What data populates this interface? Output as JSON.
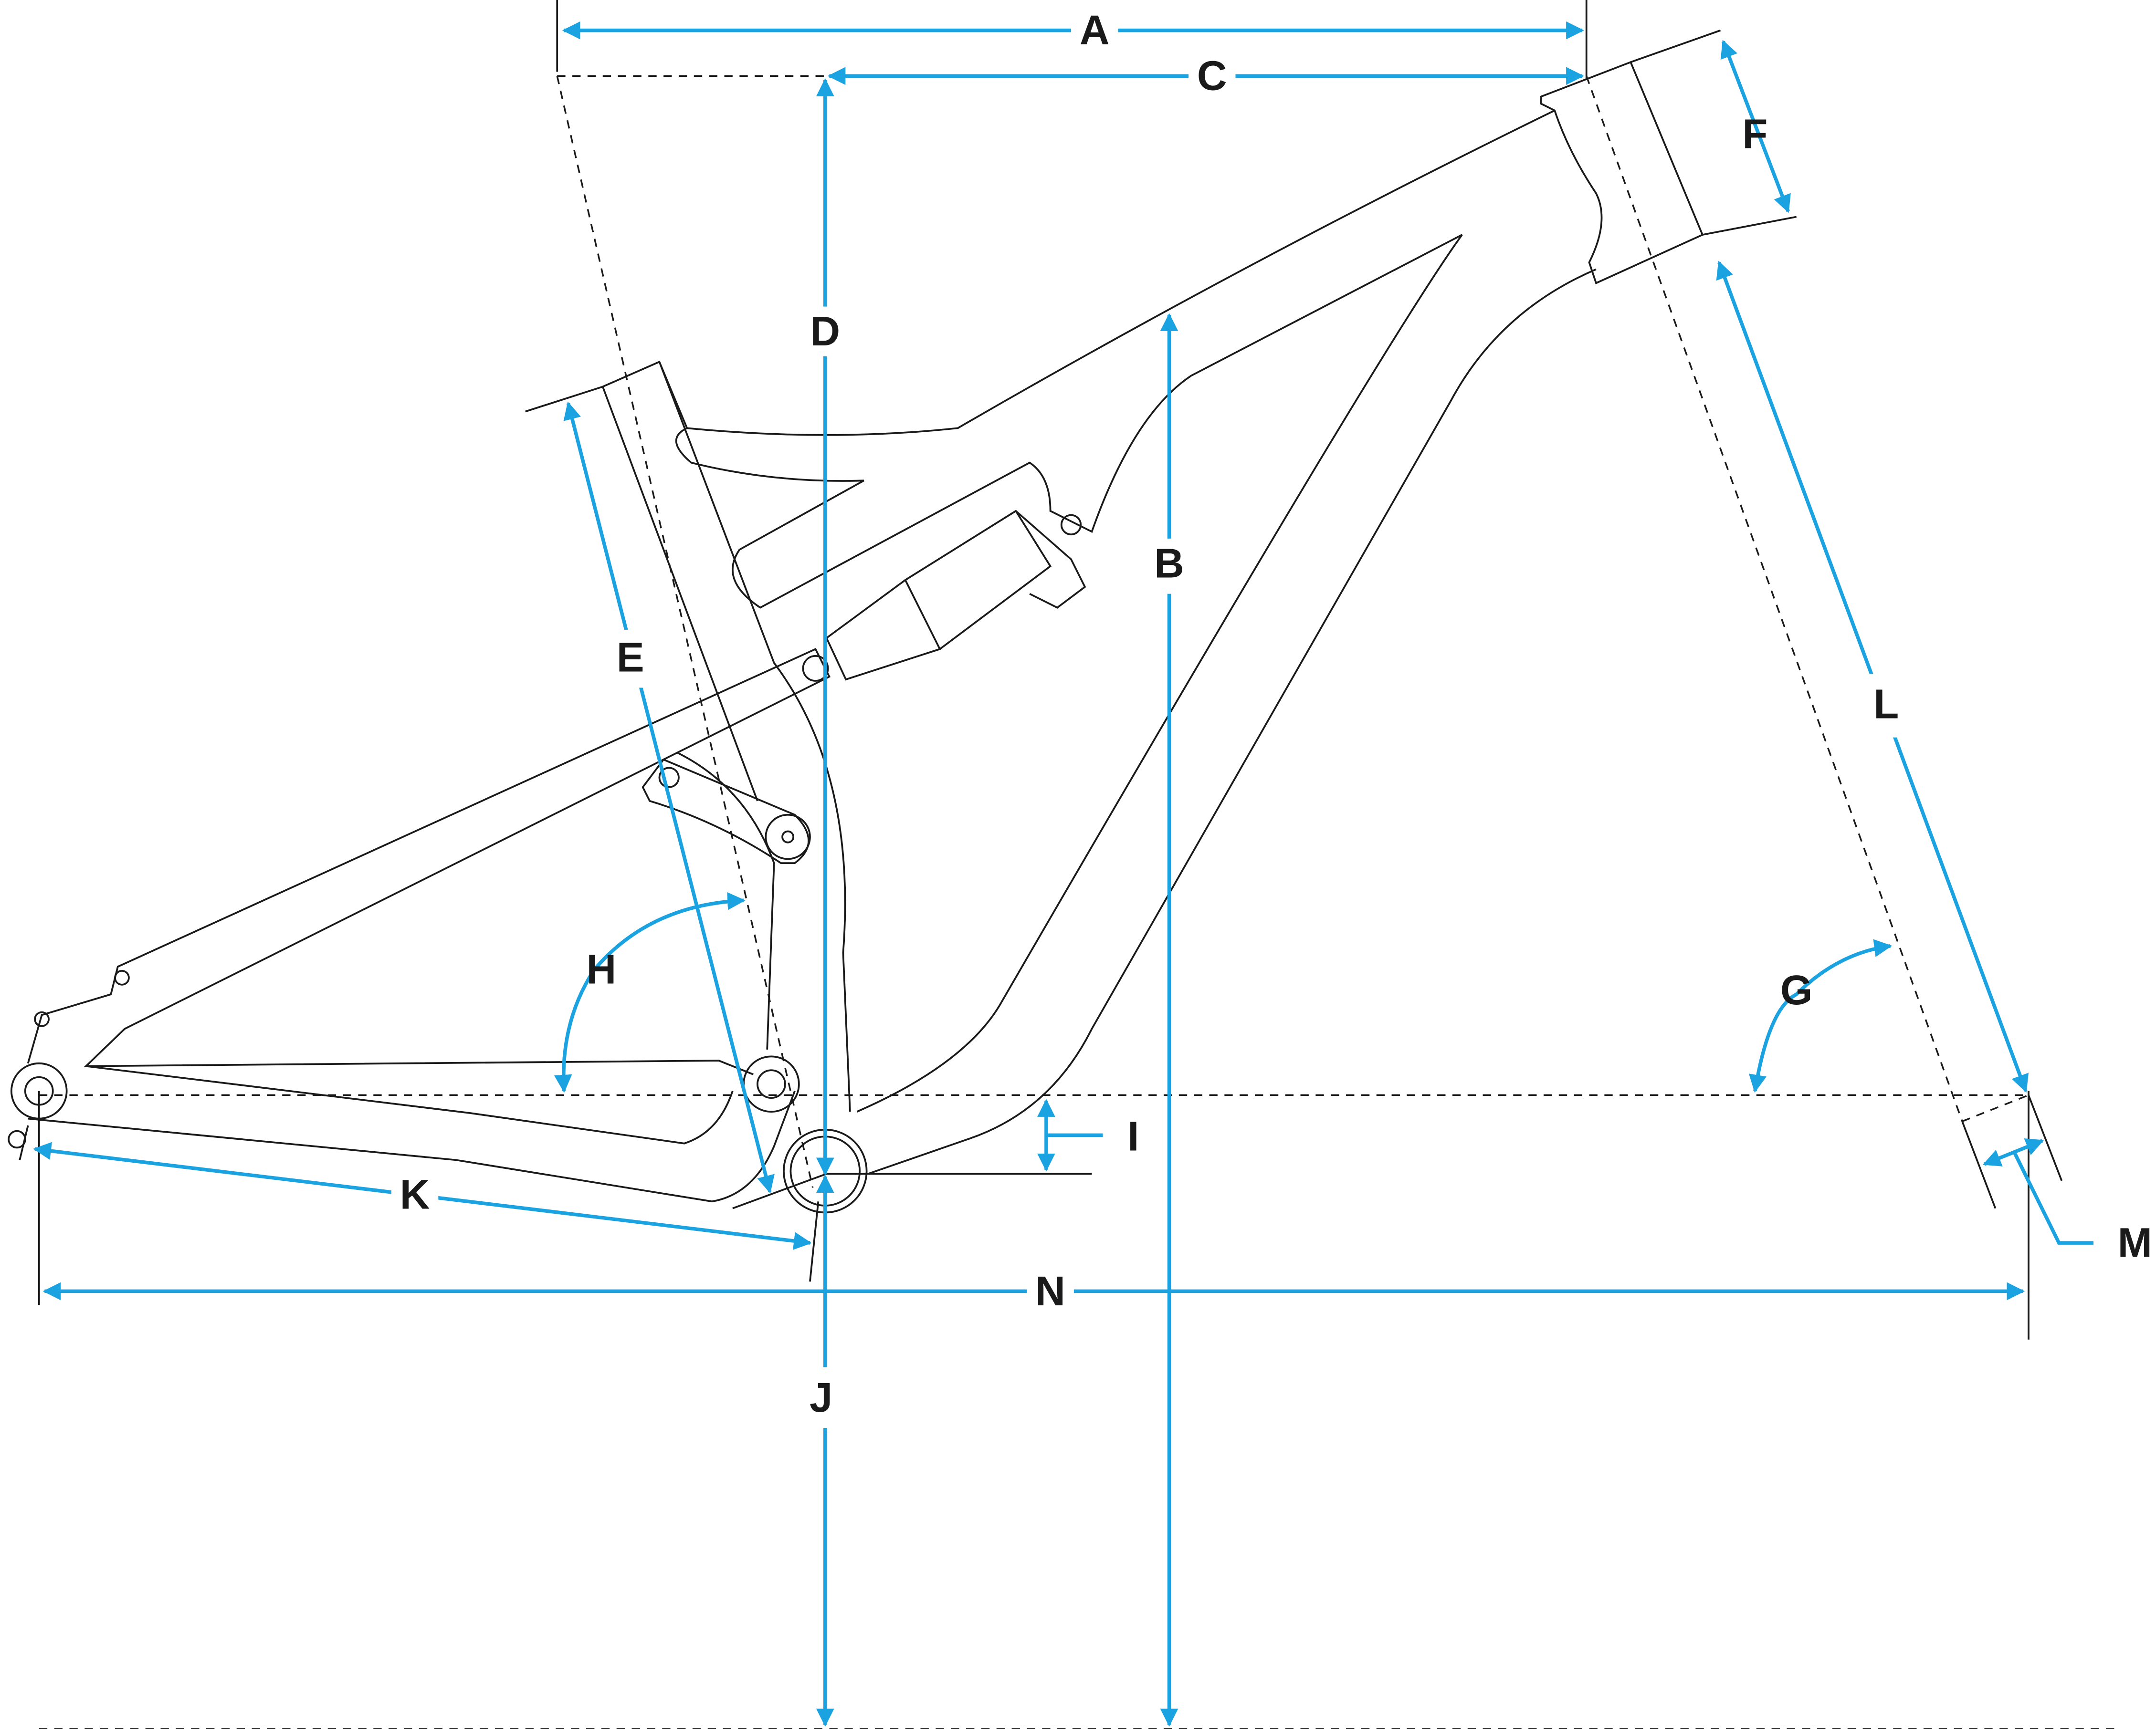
{
  "diagram": {
    "title_hidden": null,
    "labels": {
      "A": "A",
      "B": "B",
      "C": "C",
      "D": "D",
      "E": "E",
      "F": "F",
      "G": "G",
      "H": "H",
      "I": "I",
      "J": "J",
      "K": "K",
      "L": "L",
      "M": "M",
      "N": "N"
    },
    "colors": {
      "dimension": "#1aa3e0",
      "frame": "#1a1a1a"
    }
  }
}
